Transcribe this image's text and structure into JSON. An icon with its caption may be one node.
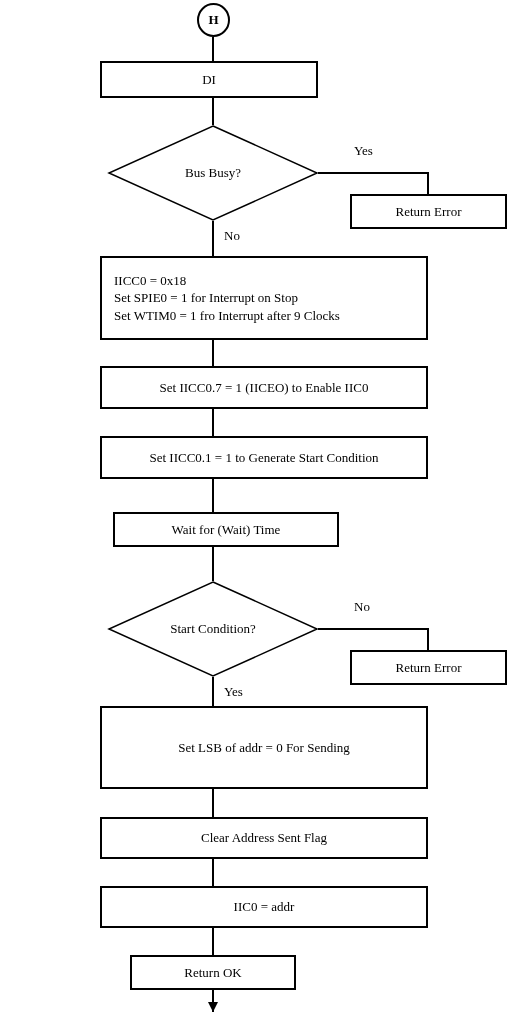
{
  "diagram": {
    "nodes": [
      {
        "text": [
          "H"
        ]
      },
      {
        "text": [
          "DI"
        ]
      },
      {
        "text": [
          "Bus Busy?"
        ]
      },
      {
        "text": [
          "Return Error"
        ]
      },
      {
        "text": [
          "IICC0 = 0x18",
          "Set SPIE0 = 1 for Interrupt on Stop",
          "Set WTIM0 = 1 fro Interrupt after 9 Clocks"
        ]
      },
      {
        "text": [
          "Set IICC0.7 = 1 (IICEO) to Enable IIC0"
        ]
      },
      {
        "text": [
          "Set IICC0.1 = 1 to Generate Start Condition"
        ]
      },
      {
        "text": [
          "Wait for (Wait) Time"
        ]
      },
      {
        "text": [
          "Start Condition?"
        ]
      },
      {
        "text": [
          "Return Error"
        ]
      },
      {
        "text": [
          "Set LSB of addr = 0 For Sending"
        ]
      },
      {
        "text": [
          "Clear Address Sent Flag"
        ]
      },
      {
        "text": [
          "IIC0 = addr"
        ]
      },
      {
        "text": [
          "Return OK"
        ]
      }
    ],
    "edges": [
      {
        "from": 0,
        "to": 1,
        "arrow": "none"
      },
      {
        "from": 1,
        "to": 2,
        "arrow": "none"
      },
      {
        "from": 2,
        "to": 3,
        "label": "Yes",
        "arrow": "none"
      },
      {
        "from": 2,
        "to": 4,
        "label": "No",
        "arrow": "none"
      },
      {
        "from": 4,
        "to": 5,
        "arrow": "none"
      },
      {
        "from": 5,
        "to": 6,
        "arrow": "none"
      },
      {
        "from": 6,
        "to": 7,
        "arrow": "none"
      },
      {
        "from": 7,
        "to": 8,
        "arrow": "none"
      },
      {
        "from": 8,
        "to": 9,
        "label": "No",
        "arrow": "none"
      },
      {
        "from": 8,
        "to": 10,
        "label": "Yes",
        "arrow": "none"
      },
      {
        "from": 10,
        "to": 11,
        "arrow": "none"
      },
      {
        "from": 11,
        "to": 12,
        "arrow": "none"
      },
      {
        "from": 12,
        "to": 13,
        "arrow": "none"
      },
      {
        "from": 13,
        "to": null,
        "arrow": "to"
      }
    ]
  }
}
